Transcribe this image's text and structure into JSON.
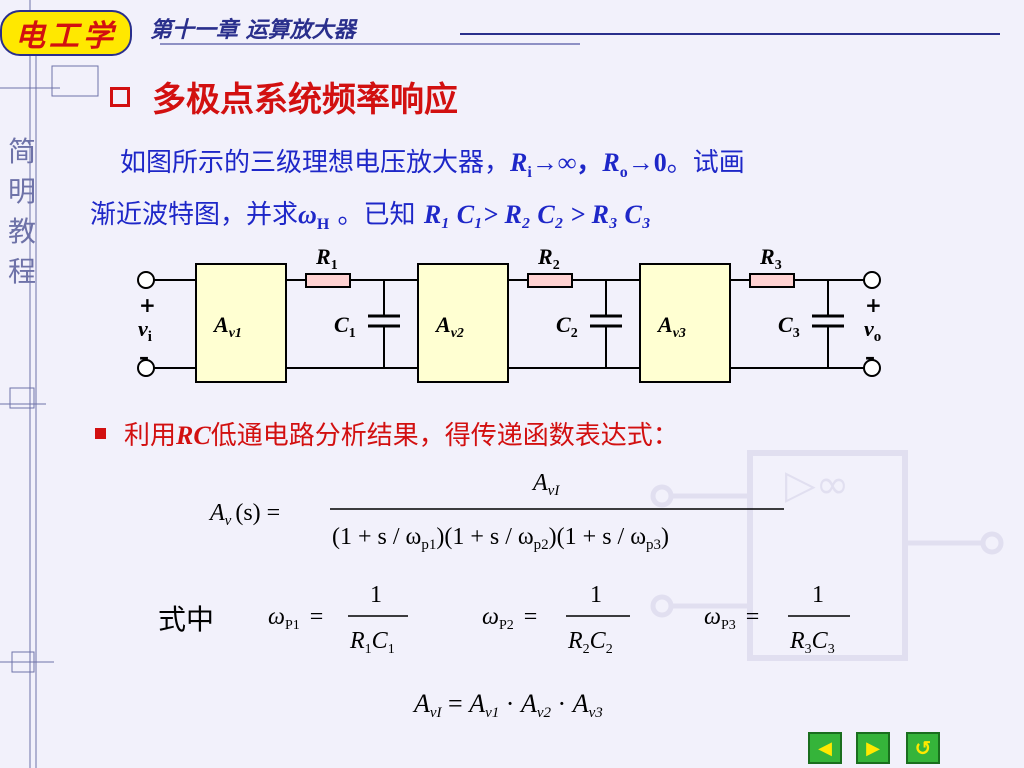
{
  "header": {
    "logo_text": "电工学",
    "chapter_title": "第十一章  运算放大器"
  },
  "sidebar": {
    "chars": [
      "简",
      "明",
      "教",
      "程"
    ]
  },
  "title": "多极点系统频率响应",
  "paragraph": {
    "line1_a": "如图所示的三级理想电压放大器，",
    "line1_ri": "R",
    "line1_ri_sub": "i",
    "line1_arrow_inf": "→∞，",
    "line1_ro": "R",
    "line1_ro_sub": "o",
    "line1_arrow_zero": "→0",
    "line1_b": "。试画",
    "line2_a": "渐近波特图，并求",
    "line2_omega": "ω",
    "line2_omega_sub": "H",
    "line2_b": " 。已知 ",
    "line2_cond": "R₁ C₁> R₂ C₂ > R₃ C₃"
  },
  "circuit": {
    "amp_labels": [
      "A",
      "A",
      "A"
    ],
    "amp_subs": [
      "v1",
      "v2",
      "v3"
    ],
    "resistor_labels": [
      "R",
      "R",
      "R"
    ],
    "resistor_subs": [
      "1",
      "2",
      "3"
    ],
    "capacitor_labels": [
      "C",
      "C",
      "C"
    ],
    "capacitor_subs": [
      "1",
      "2",
      "3"
    ],
    "input_plus": "+",
    "input_label": "v",
    "input_sub": "i",
    "input_minus": "–",
    "output_plus": "+",
    "output_label": "v",
    "output_sub": "o",
    "output_minus": "–"
  },
  "bullet": {
    "text_a": "利用",
    "text_rc": "RC",
    "text_b": "低通电路分析结果，得传递函数表达式："
  },
  "formula_main": {
    "lhs": "A",
    "lhs_sub": "v",
    "lhs_arg": "(s) =",
    "numerator": "A",
    "numerator_sub": "vI",
    "denominator": "(1 + s / ω",
    "d_sub1": "p1",
    "d_mid1": ")(1 + s / ω",
    "d_sub2": "p2",
    "d_mid2": ")(1 + s / ω",
    "d_sub3": "p3",
    "d_end": ")"
  },
  "shizhong": "式中",
  "poles": [
    {
      "lhs": "ω",
      "lhs_sub": "P1",
      "eq": "=",
      "num": "1",
      "den_r": "R",
      "den_r_sub": "1",
      "den_c": "C",
      "den_c_sub": "1"
    },
    {
      "lhs": "ω",
      "lhs_sub": "P2",
      "eq": "=",
      "num": "1",
      "den_r": "R",
      "den_r_sub": "2",
      "den_c": "C",
      "den_c_sub": "2"
    },
    {
      "lhs": "ω",
      "lhs_sub": "P3",
      "eq": "=",
      "num": "1",
      "den_r": "R",
      "den_r_sub": "3",
      "den_c": "C",
      "den_c_sub": "3"
    }
  ],
  "formula_gain": {
    "lhs": "A",
    "lhs_sub": "vI",
    "eq": " = ",
    "a1": "A",
    "a1_sub": "v1",
    "dot1": " · ",
    "a2": "A",
    "a2_sub": "v2",
    "dot2": " · ",
    "a3": "A",
    "a3_sub": "v3"
  },
  "watermark": {
    "symbol": "▷∞"
  },
  "nav": {
    "prev_icon": "◀",
    "next_icon": "▶",
    "back_icon": "↺"
  },
  "colors": {
    "title_red": "#d21010",
    "text_blue": "#1e27c8",
    "header_navy": "#2a2f8c",
    "logo_yellow": "#ffe800",
    "amp_fill": "#ffffd2",
    "resistor_fill": "#ffd2d2",
    "nav_green": "#35b43a"
  }
}
